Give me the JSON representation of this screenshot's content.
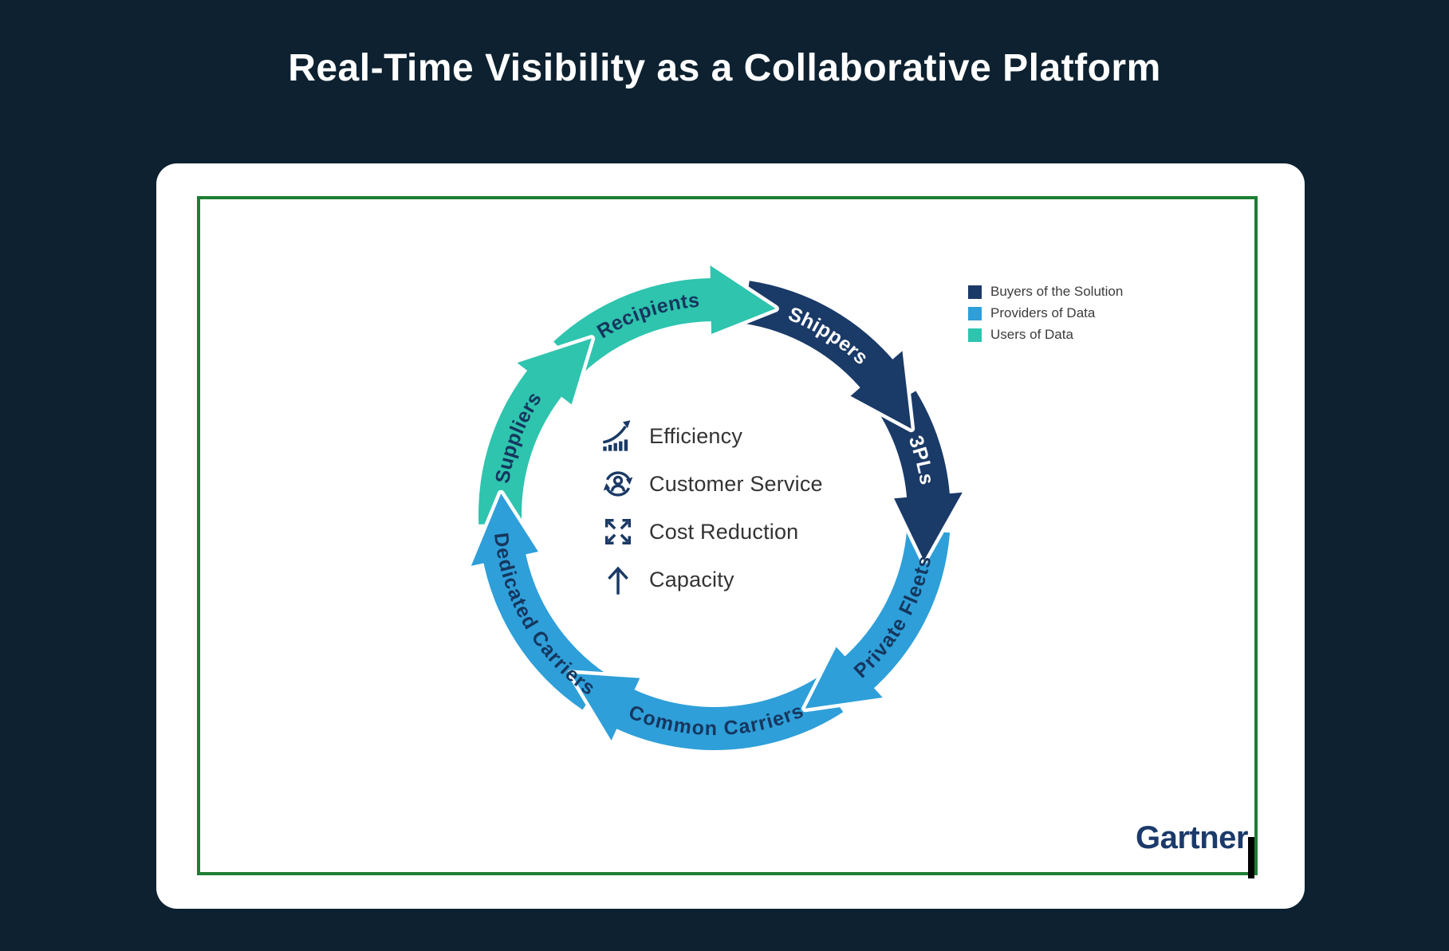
{
  "page": {
    "title": "Real-Time Visibility as a Collaborative Platform",
    "background": "#0D2130"
  },
  "colors": {
    "navy": "#1A3A68",
    "blue": "#2E9FD9",
    "teal": "#2EC4AE",
    "green_border": "#1E7D33",
    "label_dark": "#16365E",
    "label_light": "#FFFFFF"
  },
  "diagram": {
    "segments": [
      {
        "label": "Shippers",
        "color": "navy",
        "text_color": "light",
        "start": 7,
        "end": 57,
        "dir": "cw"
      },
      {
        "label": "3PLs",
        "color": "navy",
        "text_color": "light",
        "start": 57,
        "end": 93,
        "dir": "cw"
      },
      {
        "label": "Private Fleets",
        "color": "blue",
        "text_color": "dark",
        "start": 93,
        "end": 145.5,
        "dir": "ccw"
      },
      {
        "label": "Common Carriers",
        "color": "blue",
        "text_color": "dark",
        "start": 145.5,
        "end": 212.5,
        "dir": "ccw"
      },
      {
        "label": "Dedicated Carriers",
        "color": "blue",
        "text_color": "dark",
        "start": 212.5,
        "end": 266,
        "dir": "ccw"
      },
      {
        "label": "Suppliers",
        "color": "teal",
        "text_color": "dark",
        "start": 266,
        "end": 315.5,
        "dir": "cw"
      },
      {
        "label": "Recipients",
        "color": "teal",
        "text_color": "dark",
        "start": 315.5,
        "end": 367,
        "dir": "cw"
      }
    ],
    "center_items": [
      {
        "icon": "efficiency-chart-icon",
        "label": "Efficiency"
      },
      {
        "icon": "customer-service-icon",
        "label": "Customer Service"
      },
      {
        "icon": "cost-reduction-icon",
        "label": "Cost Reduction"
      },
      {
        "icon": "capacity-arrow-icon",
        "label": "Capacity"
      }
    ]
  },
  "legend": {
    "items": [
      {
        "label": "Buyers of the Solution",
        "color": "navy"
      },
      {
        "label": "Providers of Data",
        "color": "blue"
      },
      {
        "label": "Users of Data",
        "color": "teal"
      }
    ]
  },
  "footer": {
    "logo_text": "Gartner"
  }
}
